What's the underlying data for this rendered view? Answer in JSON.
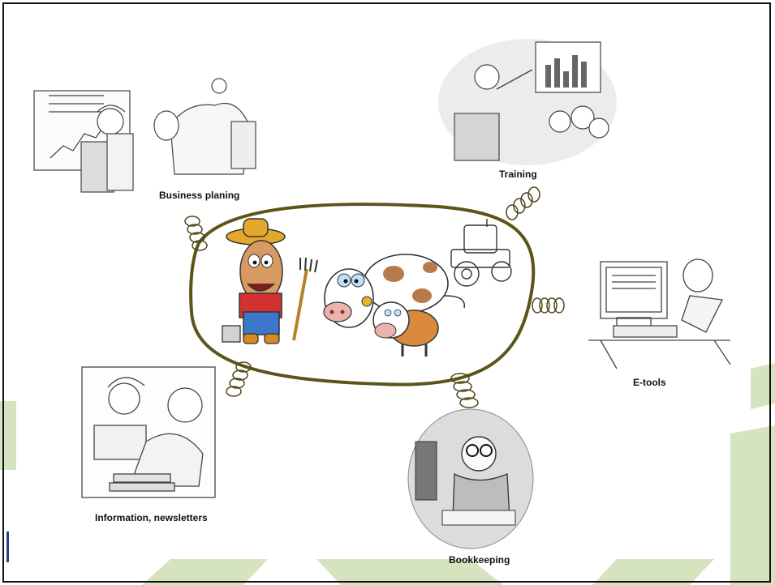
{
  "labels": {
    "business": "Business planing",
    "training": "Training",
    "etools": "E-tools",
    "information": "Information, newsletters",
    "bookkeeping": "Bookkeeping"
  },
  "colors": {
    "background_accent": "#d5e4bf",
    "hub_outline": "#5c5418",
    "coil": "#4e4716",
    "label_text": "#111111",
    "side_bar": "#2f3d8f"
  },
  "icons": {
    "center": "farmer-cow-tractor-illustration",
    "business": "farmer-planning-with-chart-and-horse",
    "training": "trainer-presenting-bar-chart",
    "etools": "man-at-computer",
    "information": "men-reading-newspapers",
    "bookkeeping": "accountant-with-abacus"
  }
}
